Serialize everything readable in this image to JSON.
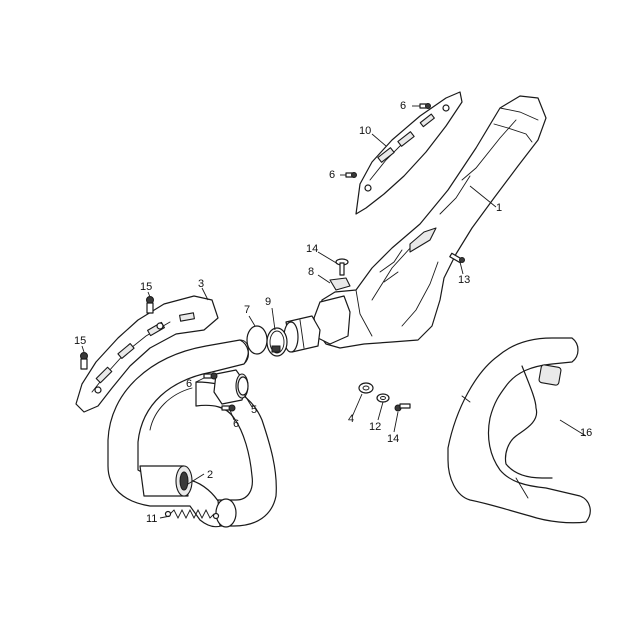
{
  "callouts": [
    {
      "id": "c1",
      "label": "1"
    },
    {
      "id": "c2",
      "label": "2"
    },
    {
      "id": "c3",
      "label": "3"
    },
    {
      "id": "c5",
      "label": "5"
    },
    {
      "id": "c6a",
      "label": "6"
    },
    {
      "id": "c6b",
      "label": "6"
    },
    {
      "id": "c6c",
      "label": "6"
    },
    {
      "id": "c6d",
      "label": "6"
    },
    {
      "id": "c7",
      "label": "7"
    },
    {
      "id": "c8",
      "label": "8"
    },
    {
      "id": "c9",
      "label": "9"
    },
    {
      "id": "c10",
      "label": "10"
    },
    {
      "id": "c11",
      "label": "11"
    },
    {
      "id": "c12",
      "label": "12"
    },
    {
      "id": "c13",
      "label": "13"
    },
    {
      "id": "c14a",
      "label": "14"
    },
    {
      "id": "c14b",
      "label": "14"
    },
    {
      "id": "c15a",
      "label": "15"
    },
    {
      "id": "c15b",
      "label": "15"
    },
    {
      "id": "c16",
      "label": "16"
    },
    {
      "id": "c4",
      "label": "4"
    }
  ]
}
